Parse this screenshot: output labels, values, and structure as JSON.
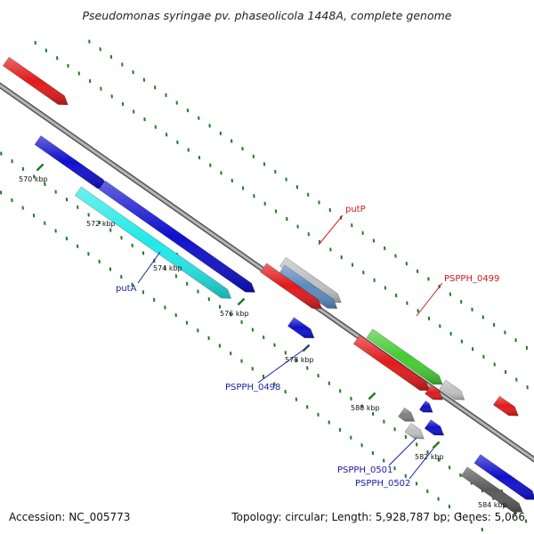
{
  "title": "Pseudomonas syringae pv. phaseolicola 1448A, complete genome",
  "footer": {
    "accession": "Accession: NC_005773",
    "summary": "Topology: circular; Length: 5,928,787 bp; Genes: 5,066"
  },
  "colors": {
    "backbone": "#8a8a8a",
    "tick": "#1e7a1e",
    "cds_forward": "#e01a1a",
    "cds_reverse": "#1010cc",
    "cds_cyan": "#22e8e8",
    "cds_green": "#44cc33",
    "cds_gray": "#c0c0c0",
    "cds_steel": "#5a8ac0",
    "cds_dark": "#606060",
    "label_blue": "#1a1aa8",
    "label_red": "#cc1a1a"
  },
  "tick_labels": [
    "570 kbp",
    "572 kbp",
    "574 kbp",
    "576 kbp",
    "578 kbp",
    "580 kbp",
    "582 kbp",
    "584 kbp"
  ],
  "gene_labels": {
    "putP": "putP",
    "putA": "putA",
    "PSPPH_0499": "PSPPH_0499",
    "PSPPH_0498": "PSPPH_0498",
    "PSPPH_0501": "PSPPH_0501",
    "PSPPH_0502": "PSPPH_0502"
  }
}
